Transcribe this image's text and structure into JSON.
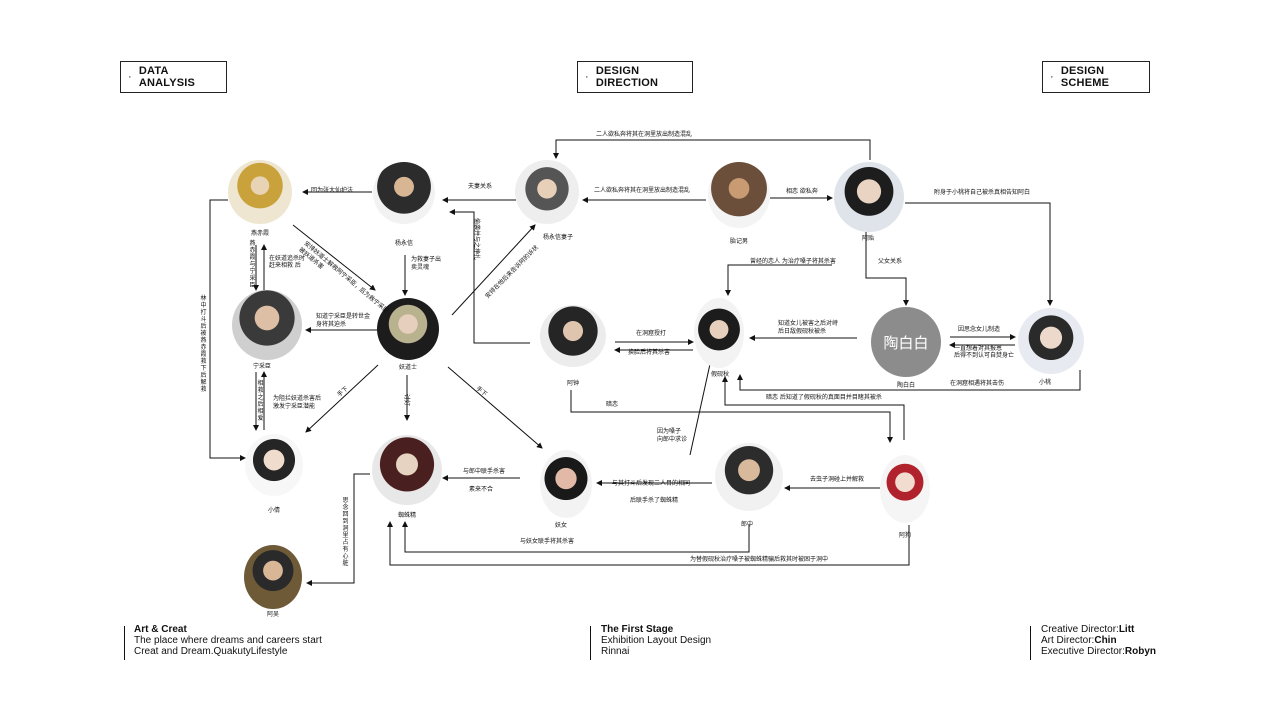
{
  "headers": {
    "left": "DATA ANALYSIS",
    "center": "DESIGN DIRECTION",
    "right": "DESIGN SCHEME",
    "dot": "·"
  },
  "center_circle": "陶白白",
  "nodes": {
    "yanchixia": "燕赤霞",
    "yangyongxin": "杨永信",
    "yangwife": "杨永信妻子",
    "chuijiaonan": "胎记男",
    "aluo": "阿贻",
    "ningcaichen": "宁采臣",
    "yaodaoshi": "妖道士",
    "azhong": "阿钟",
    "jiayanqiu": "假砚秋",
    "taobaibai": "陶白白",
    "xiaotao": "小桃",
    "xiaoqian": "小倩",
    "zhizhujing": "蜘蛛精",
    "yaonv": "妖女",
    "langzhong": "郎中",
    "agou": "阿狗",
    "awu": "阿吴"
  },
  "labels": {
    "l1": "二人欲私奔将其在洞里放出制造混乱",
    "l2": "回为张大仙护法",
    "l3": "夫妻关系",
    "l4": "二人欲私奔将其在洞里放出制造混乱",
    "l5": "相恋 欲私奔",
    "l6": "附身于小桃将自己被杀真相告知阿白",
    "l7": "安排妖道士解救阿宁采臣，后为救宁采臣被妖道杀害",
    "l8": "为救妻子出卖灵魂",
    "l9": "偷袭并与之挣扎",
    "l10": "安排在他后来告诉阿的诉状",
    "l11": "曾经的恋人 为治疗嗓子将其杀害",
    "l12": "父女关系",
    "l13": "知道宁采臣是转世金身将其迫杀",
    "l14": "在洞窟授打",
    "l15": "换脸后将其杀害",
    "l16": "知道女儿被害之后对峙",
    "l17": "后日敌假砚秋被杀",
    "l18": "因思念女儿制造",
    "l19": "一直想着对其报恩",
    "l20": "后得不到认可自焚身亡",
    "l21": "在洞窟相遇将其击伤",
    "l22": "暗恋 后知道了假砚秋的真面目并目睹其被杀",
    "l23": "暗恋",
    "l24": "为阻拦妖道杀害后",
    "l25": "激发宁采臣潜能",
    "l26": "手下",
    "l27": "讨好",
    "l28": "手下",
    "l29": "因为嗓子",
    "l30": "向郎中求诊",
    "l31": "与郎中联手杀害",
    "l32": "素来不合",
    "l33": "与其打斗后发现二人目的相同",
    "l34": "后联手杀了蜘蛛精",
    "l35": "去虫子洞碰上并解救",
    "l36": "与妖女联手将其杀害",
    "l37": "为替假砚秋治疗嗓子被蜘蛛精骗后救其时被困于洞中",
    "v1": "燕赤霞与宁采臣",
    "v2": "在妖道追杀时赶来相救 后",
    "v3": "林中打斗后被燕赤霞救下后解救",
    "v4": "相救之后相爱",
    "v5": "思念回到洞里占有心脏"
  },
  "footer": {
    "left": {
      "title": "Art & Creat",
      "line1": "The place where dreams and careers start",
      "line2": "Creat and Dream.QuakutyLifestyle"
    },
    "center": {
      "title": "The First Stage",
      "line1": "Exhibition Layout Design",
      "line2": "Rinnai"
    },
    "right": {
      "k1": "Creative Director:",
      "v1": "Litt",
      "k2": "Art Director:",
      "v2": "Chin",
      "k3": "Executive Director:",
      "v3": "Robyn"
    }
  }
}
